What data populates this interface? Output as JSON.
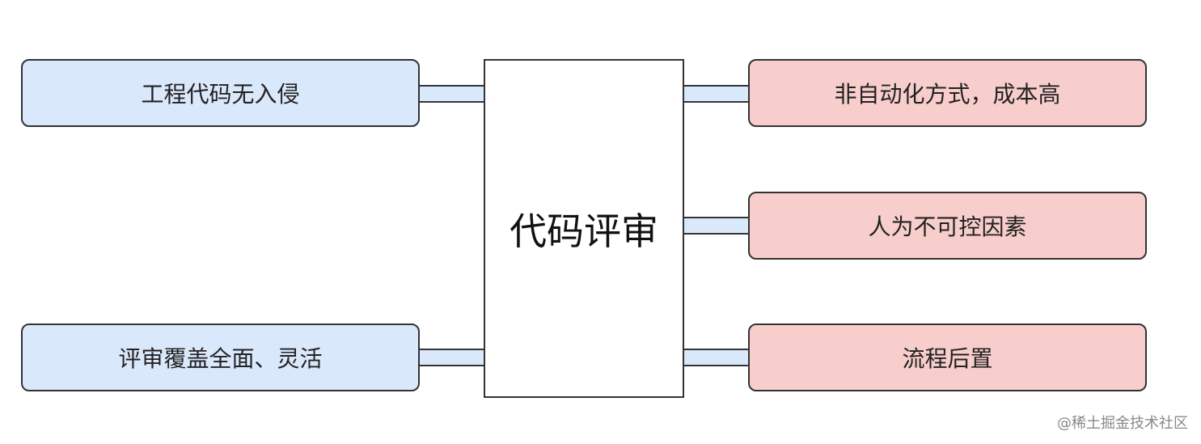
{
  "center": {
    "label": "代码评审"
  },
  "pros": [
    {
      "label": "工程代码无入侵"
    },
    {
      "label": "评审覆盖全面、灵活"
    }
  ],
  "cons": [
    {
      "label": "非自动化方式，成本高"
    },
    {
      "label": "人为不可控因素"
    },
    {
      "label": "流程后置"
    }
  ],
  "watermark": "@稀土掘金技术社区",
  "colors": {
    "pro_fill": "#dae8fc",
    "con_fill": "#f8cecc",
    "stroke": "#333333"
  }
}
